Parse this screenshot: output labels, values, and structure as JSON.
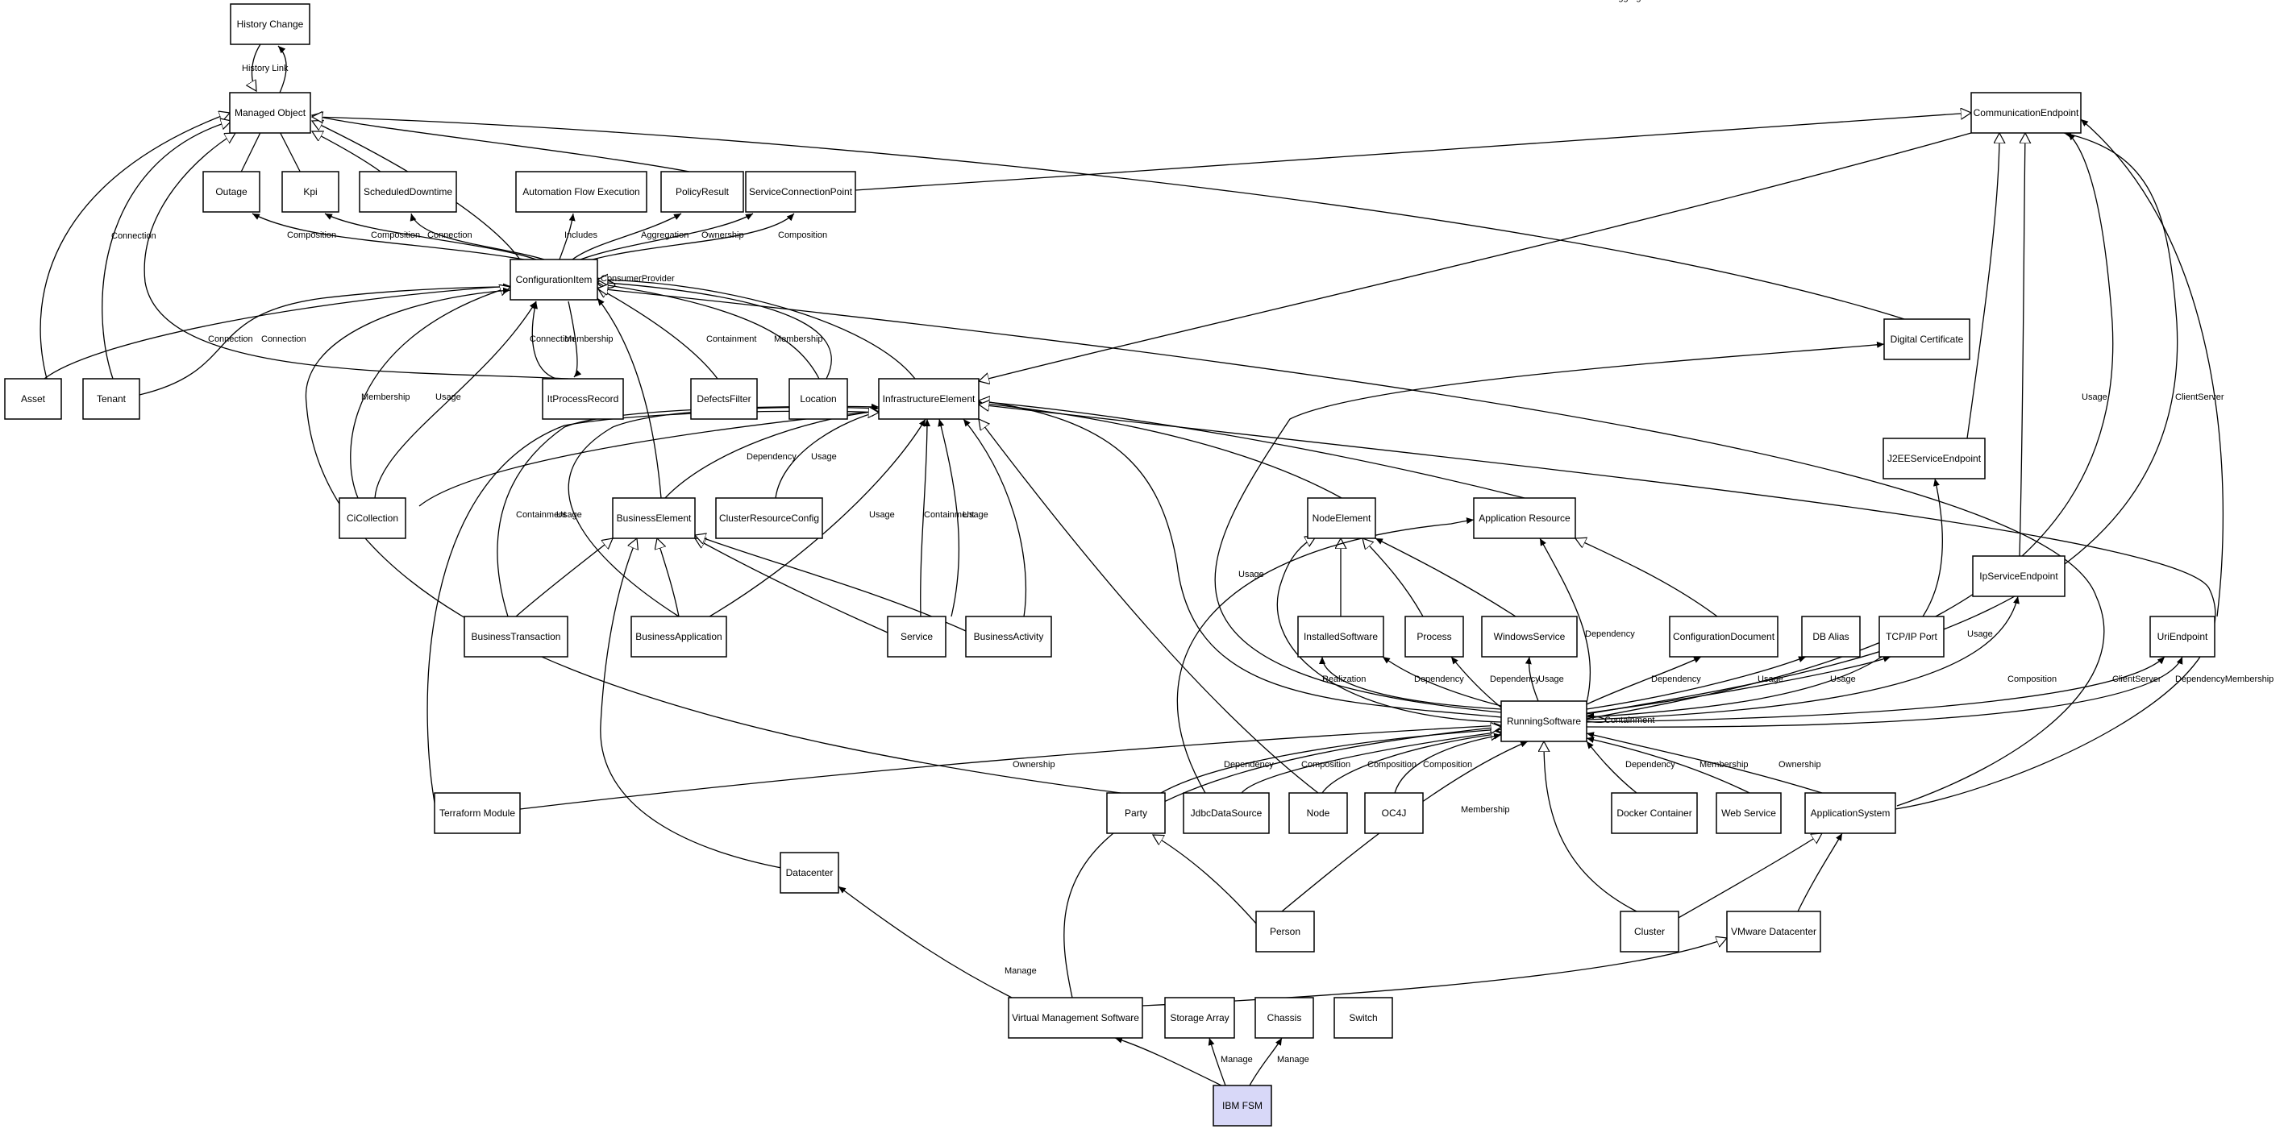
{
  "diagram": {
    "nodes": [
      {
        "id": "history-change",
        "label": "History Change"
      },
      {
        "id": "managed-object",
        "label": "Managed Object"
      },
      {
        "id": "outage",
        "label": "Outage"
      },
      {
        "id": "kpi",
        "label": "Kpi"
      },
      {
        "id": "scheduled-downtime",
        "label": "ScheduledDowntime"
      },
      {
        "id": "automation-flow-execution",
        "label": "Automation Flow Execution"
      },
      {
        "id": "policy-result",
        "label": "PolicyResult"
      },
      {
        "id": "service-connection-point",
        "label": "ServiceConnectionPoint"
      },
      {
        "id": "configuration-item",
        "label": "ConfigurationItem"
      },
      {
        "id": "asset",
        "label": "Asset"
      },
      {
        "id": "tenant",
        "label": "Tenant"
      },
      {
        "id": "it-process-record",
        "label": "ItProcessRecord"
      },
      {
        "id": "defects-filter",
        "label": "DefectsFilter"
      },
      {
        "id": "location",
        "label": "Location"
      },
      {
        "id": "infrastructure-element",
        "label": "InfrastructureElement"
      },
      {
        "id": "ci-collection",
        "label": "CiCollection"
      },
      {
        "id": "business-element",
        "label": "BusinessElement"
      },
      {
        "id": "cluster-resource-config",
        "label": "ClusterResourceConfig"
      },
      {
        "id": "business-transaction",
        "label": "BusinessTransaction"
      },
      {
        "id": "business-application",
        "label": "BusinessApplication"
      },
      {
        "id": "service",
        "label": "Service"
      },
      {
        "id": "business-activity",
        "label": "BusinessActivity"
      },
      {
        "id": "node-element",
        "label": "NodeElement"
      },
      {
        "id": "application-resource",
        "label": "Application Resource"
      },
      {
        "id": "installed-software",
        "label": "InstalledSoftware"
      },
      {
        "id": "process",
        "label": "Process"
      },
      {
        "id": "windows-service",
        "label": "WindowsService"
      },
      {
        "id": "configuration-document",
        "label": "ConfigurationDocument"
      },
      {
        "id": "db-alias",
        "label": "DB Alias"
      },
      {
        "id": "tcpip-port",
        "label": "TCP/IP Port"
      },
      {
        "id": "communication-endpoint",
        "label": "CommunicationEndpoint"
      },
      {
        "id": "digital-certificate",
        "label": "Digital Certificate"
      },
      {
        "id": "j2ee-service-endpoint",
        "label": "J2EEServiceEndpoint"
      },
      {
        "id": "ip-service-endpoint",
        "label": "IpServiceEndpoint"
      },
      {
        "id": "uri-endpoint",
        "label": "UriEndpoint"
      },
      {
        "id": "running-software",
        "label": "RunningSoftware"
      },
      {
        "id": "terraform-module",
        "label": "Terraform Module"
      },
      {
        "id": "party",
        "label": "Party"
      },
      {
        "id": "jdbc-data-source",
        "label": "JdbcDataSource"
      },
      {
        "id": "node",
        "label": "Node"
      },
      {
        "id": "oc4j",
        "label": "OC4J"
      },
      {
        "id": "docker-container",
        "label": "Docker Container"
      },
      {
        "id": "web-service",
        "label": "Web Service"
      },
      {
        "id": "application-system",
        "label": "ApplicationSystem"
      },
      {
        "id": "datacenter",
        "label": "Datacenter"
      },
      {
        "id": "person",
        "label": "Person"
      },
      {
        "id": "cluster",
        "label": "Cluster"
      },
      {
        "id": "vmware-datacenter",
        "label": "VMware Datacenter"
      },
      {
        "id": "virtual-management-software",
        "label": "Virtual Management Software"
      },
      {
        "id": "storage-array",
        "label": "Storage Array"
      },
      {
        "id": "chassis",
        "label": "Chassis"
      },
      {
        "id": "switch",
        "label": "Switch"
      },
      {
        "id": "ibm-fsm",
        "label": "IBM FSM",
        "highlight": true
      }
    ],
    "edges": [
      {
        "from": "history-change",
        "to": "managed-object",
        "label": "History Link",
        "kind": "gen"
      },
      {
        "from": "managed-object",
        "to": "history-change",
        "label": "",
        "kind": "arrow"
      },
      {
        "from": "outage",
        "to": "managed-object",
        "label": "",
        "kind": "gen"
      },
      {
        "from": "kpi",
        "to": "managed-object",
        "label": "",
        "kind": "gen"
      },
      {
        "from": "scheduled-downtime",
        "to": "managed-object",
        "label": "",
        "kind": "gen"
      },
      {
        "from": "policy-result",
        "to": "managed-object",
        "label": "",
        "kind": "gen"
      },
      {
        "from": "configuration-item",
        "to": "managed-object",
        "label": "",
        "kind": "gen"
      },
      {
        "from": "asset",
        "to": "managed-object",
        "label": "",
        "kind": "gen"
      },
      {
        "from": "tenant",
        "to": "managed-object",
        "label": "Connection",
        "kind": "gen"
      },
      {
        "from": "it-process-record",
        "to": "managed-object",
        "label": "",
        "kind": "gen"
      },
      {
        "from": "digital-certificate",
        "to": "managed-object",
        "label": "",
        "kind": "gen"
      },
      {
        "from": "configuration-item",
        "to": "outage",
        "label": "Composition",
        "kind": "arrow"
      },
      {
        "from": "configuration-item",
        "to": "kpi",
        "label": "Composition",
        "kind": "arrow"
      },
      {
        "from": "configuration-item",
        "to": "scheduled-downtime",
        "label": "Connection",
        "kind": "arrow"
      },
      {
        "from": "configuration-item",
        "to": "automation-flow-execution",
        "label": "Includes",
        "kind": "arrow"
      },
      {
        "from": "configuration-item",
        "to": "policy-result",
        "label": "Aggregation",
        "kind": "arrow"
      },
      {
        "from": "configuration-item",
        "to": "service-connection-point",
        "label": "Ownership",
        "kind": "arrow"
      },
      {
        "from": "configuration-item",
        "to": "service-connection-point",
        "label": "Composition",
        "kind": "arrow"
      },
      {
        "from": "configuration-item",
        "to": "configuration-item",
        "label": "ConsumerProvider",
        "kind": "arrow"
      },
      {
        "from": "asset",
        "to": "configuration-item",
        "label": "Connection",
        "kind": "arrow"
      },
      {
        "from": "tenant",
        "to": "configuration-item",
        "label": "Connection",
        "kind": "arrow"
      },
      {
        "from": "it-process-record",
        "to": "configuration-item",
        "label": "Connection",
        "kind": "arrow"
      },
      {
        "from": "configuration-item",
        "to": "it-process-record",
        "label": "Membership",
        "kind": "arrow"
      },
      {
        "from": "defects-filter",
        "to": "configuration-item",
        "label": "Containment",
        "kind": "gen"
      },
      {
        "from": "location",
        "to": "configuration-item",
        "label": "Membership",
        "kind": "gen"
      },
      {
        "from": "infrastructure-element",
        "to": "configuration-item",
        "label": "",
        "kind": "gen"
      },
      {
        "from": "business-element",
        "to": "configuration-item",
        "label": "",
        "kind": "gen"
      },
      {
        "from": "ci-collection",
        "to": "configuration-item",
        "label": "Containment",
        "kind": "arrow"
      },
      {
        "from": "ci-collection",
        "to": "configuration-item",
        "label": "Membership",
        "kind": "gen"
      },
      {
        "from": "ci-collection",
        "to": "infrastructure-element",
        "label": "Usage",
        "kind": "arrow"
      },
      {
        "from": "party",
        "to": "configuration-item",
        "label": "",
        "kind": "arrow"
      },
      {
        "from": "application-system",
        "to": "configuration-item",
        "label": "Aggregation",
        "kind": "arrow"
      },
      {
        "from": "service-connection-point",
        "to": "communication-endpoint",
        "label": "",
        "kind": "gen"
      },
      {
        "from": "communication-endpoint",
        "to": "infrastructure-element",
        "label": "",
        "kind": "gen"
      },
      {
        "from": "j2ee-service-endpoint",
        "to": "communication-endpoint",
        "label": "",
        "kind": "gen"
      },
      {
        "from": "ip-service-endpoint",
        "to": "communication-endpoint",
        "label": "",
        "kind": "gen"
      },
      {
        "from": "uri-endpoint",
        "to": "communication-endpoint",
        "label": "",
        "kind": "gen"
      },
      {
        "from": "running-software",
        "to": "communication-endpoint",
        "label": "ClientServer",
        "kind": "arrow"
      },
      {
        "from": "running-software",
        "to": "communication-endpoint",
        "label": "Usage",
        "kind": "arrow"
      },
      {
        "from": "business-element",
        "to": "infrastructure-element",
        "label": "Usage",
        "kind": "arrow"
      },
      {
        "from": "cluster-resource-config",
        "to": "infrastructure-element",
        "label": "Dependency",
        "kind": "arrow"
      },
      {
        "from": "business-transaction",
        "to": "infrastructure-element",
        "label": "Usage",
        "kind": "arrow"
      },
      {
        "from": "business-application",
        "to": "infrastructure-element",
        "label": "Containment",
        "kind": "arrow"
      },
      {
        "from": "business-application",
        "to": "infrastructure-element",
        "label": "Usage",
        "kind": "arrow"
      },
      {
        "from": "service",
        "to": "infrastructure-element",
        "label": "Usage",
        "kind": "arrow"
      },
      {
        "from": "service",
        "to": "infrastructure-element",
        "label": "Containment",
        "kind": "arrow"
      },
      {
        "from": "business-activity",
        "to": "infrastructure-element",
        "label": "Usage",
        "kind": "arrow"
      },
      {
        "from": "terraform-module",
        "to": "infrastructure-element",
        "label": "",
        "kind": "arrow"
      },
      {
        "from": "node",
        "to": "infrastructure-element",
        "label": "",
        "kind": "gen"
      },
      {
        "from": "node-element",
        "to": "infrastructure-element",
        "label": "",
        "kind": "gen"
      },
      {
        "from": "application-resource",
        "to": "infrastructure-element",
        "label": "",
        "kind": "gen"
      },
      {
        "from": "running-software",
        "to": "infrastructure-element",
        "label": "",
        "kind": "gen"
      },
      {
        "from": "application-system",
        "to": "infrastructure-element",
        "label": "",
        "kind": "gen"
      },
      {
        "from": "business-transaction",
        "to": "business-element",
        "label": "",
        "kind": "gen"
      },
      {
        "from": "business-application",
        "to": "business-element",
        "label": "",
        "kind": "gen"
      },
      {
        "from": "service",
        "to": "business-element",
        "label": "",
        "kind": "gen"
      },
      {
        "from": "business-activity",
        "to": "business-element",
        "label": "",
        "kind": "gen"
      },
      {
        "from": "datacenter",
        "to": "business-element",
        "label": "",
        "kind": "gen"
      },
      {
        "from": "installed-software",
        "to": "node-element",
        "label": "",
        "kind": "gen"
      },
      {
        "from": "process",
        "to": "node-element",
        "label": "",
        "kind": "gen"
      },
      {
        "from": "windows-service",
        "to": "node-element",
        "label": "",
        "kind": "gen"
      },
      {
        "from": "running-software",
        "to": "node-element",
        "label": "Usage",
        "kind": "arrow"
      },
      {
        "from": "configuration-document",
        "to": "application-resource",
        "label": "",
        "kind": "gen"
      },
      {
        "from": "jdbc-data-source",
        "to": "application-resource",
        "label": "",
        "kind": "gen"
      },
      {
        "from": "running-software",
        "to": "application-resource",
        "label": "Composition",
        "kind": "arrow"
      },
      {
        "from": "running-software",
        "to": "installed-software",
        "label": "Dependency",
        "kind": "arrow"
      },
      {
        "from": "running-software",
        "to": "installed-software",
        "label": "Realization",
        "kind": "arrow"
      },
      {
        "from": "running-software",
        "to": "process",
        "label": "Dependency",
        "kind": "arrow"
      },
      {
        "from": "running-software",
        "to": "windows-service",
        "label": "Dependency",
        "kind": "arrow"
      },
      {
        "from": "running-software",
        "to": "configuration-document",
        "label": "Usage",
        "kind": "arrow"
      },
      {
        "from": "running-software",
        "to": "db-alias",
        "label": "Dependency",
        "kind": "arrow"
      },
      {
        "from": "running-software",
        "to": "tcpip-port",
        "label": "Usage",
        "kind": "arrow"
      },
      {
        "from": "running-software",
        "to": "digital-certificate",
        "label": "Usage",
        "kind": "arrow"
      },
      {
        "from": "running-software",
        "to": "j2ee-service-endpoint",
        "label": "Usage",
        "kind": "arrow"
      },
      {
        "from": "running-software",
        "to": "ip-service-endpoint",
        "label": "Usage",
        "kind": "arrow"
      },
      {
        "from": "running-software",
        "to": "uri-endpoint",
        "label": "Composition",
        "kind": "arrow"
      },
      {
        "from": "running-software",
        "to": "uri-endpoint",
        "label": "ClientServer",
        "kind": "arrow"
      },
      {
        "from": "running-software",
        "to": "running-software",
        "label": "DependencyMembership",
        "kind": "arrow"
      },
      {
        "from": "terraform-module",
        "to": "running-software",
        "label": "Containment",
        "kind": "arrow"
      },
      {
        "from": "party",
        "to": "running-software",
        "label": "Ownership",
        "kind": "arrow"
      },
      {
        "from": "jdbc-data-source",
        "to": "running-software",
        "label": "Dependency",
        "kind": "arrow"
      },
      {
        "from": "node",
        "to": "running-software",
        "label": "Composition",
        "kind": "arrow"
      },
      {
        "from": "oc4j",
        "to": "running-software",
        "label": "Composition",
        "kind": "gen"
      },
      {
        "from": "docker-container",
        "to": "running-software",
        "label": "Composition",
        "kind": "arrow"
      },
      {
        "from": "web-service",
        "to": "running-software",
        "label": "Dependency",
        "kind": "arrow"
      },
      {
        "from": "application-system",
        "to": "running-software",
        "label": "Membership",
        "kind": "arrow"
      },
      {
        "from": "person",
        "to": "running-software",
        "label": "Ownership",
        "kind": "arrow"
      },
      {
        "from": "cluster",
        "to": "running-software",
        "label": "Membership",
        "kind": "arrow"
      },
      {
        "from": "virtual-management-software",
        "to": "running-software",
        "label": "",
        "kind": "gen"
      },
      {
        "from": "person",
        "to": "party",
        "label": "",
        "kind": "gen"
      },
      {
        "from": "cluster",
        "to": "application-system",
        "label": "",
        "kind": "gen"
      },
      {
        "from": "vmware-datacenter",
        "to": "application-system",
        "label": "",
        "kind": "gen"
      },
      {
        "from": "virtual-management-software",
        "to": "datacenter",
        "label": "Manage",
        "kind": "arrow"
      },
      {
        "from": "virtual-management-software",
        "to": "vmware-datacenter",
        "label": "Manage",
        "kind": "arrow"
      },
      {
        "from": "ibm-fsm",
        "to": "virtual-management-software",
        "label": "",
        "kind": "gen"
      },
      {
        "from": "ibm-fsm",
        "to": "storage-array",
        "label": "Manage",
        "kind": "arrow"
      },
      {
        "from": "ibm-fsm",
        "to": "chassis",
        "label": "Manage",
        "kind": "arrow"
      },
      {
        "from": "ibm-fsm",
        "to": "switch",
        "label": "Manage",
        "kind": "arrow"
      }
    ]
  }
}
